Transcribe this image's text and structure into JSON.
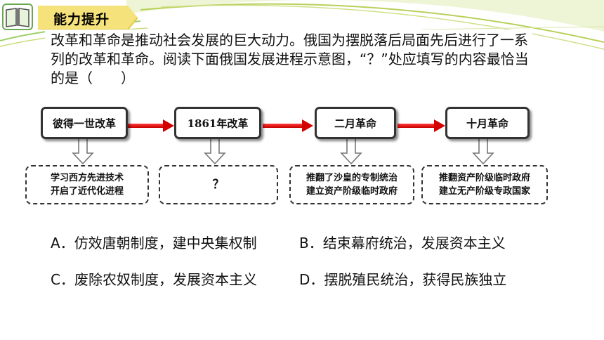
{
  "banner": {
    "title": "能力提升"
  },
  "question": {
    "text": "改革和革命是推动社会发展的巨大动力。俄国为摆脱落后局面先后进行了一系列的改革和革命。阅读下面俄国发展进程示意图，“？”处应填写的内容最恰当的是（　　）"
  },
  "flow": {
    "steps": [
      "彼得一世改革",
      "1861年改革",
      "二月革命",
      "十月革命"
    ],
    "results": [
      [
        "学习西方先进技术",
        "开启了近代化进程"
      ],
      [
        "？"
      ],
      [
        "推翻了沙皇的专制统治",
        "建立资产阶级临时政府"
      ],
      [
        "推翻资产阶级临时政府",
        "建立无产阶级专政国家"
      ]
    ]
  },
  "options": {
    "a": "A．仿效唐朝制度，建中央集权制",
    "b": "B．结束幕府统治，发展资本主义",
    "c": "C．废除农奴制度，发展资本主义",
    "d": "D．摆脱殖民统治，获得民族独立"
  },
  "colors": {
    "arrow": "#e00000",
    "banner": "#f6e27a",
    "deco": "#c9dc7c"
  }
}
